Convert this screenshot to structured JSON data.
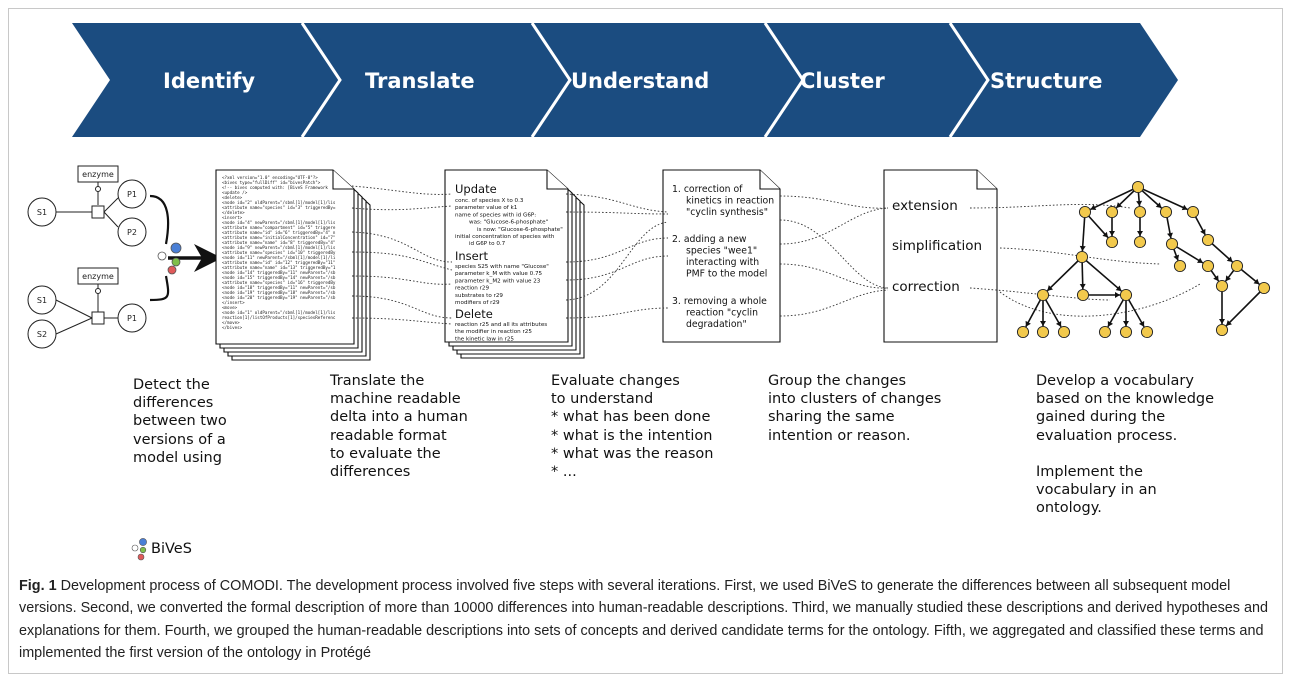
{
  "steps": [
    "Identify",
    "Translate",
    "Understand",
    "Cluster",
    "Structure"
  ],
  "colors": {
    "chevron": "#1b4c80",
    "node": "#f2c94c",
    "bives_blue": "#4a7fd6",
    "bives_green": "#7fbf4a",
    "bives_red": "#e05a5a"
  },
  "model1": {
    "enzyme": "enzyme",
    "s1": "S1",
    "p1": "P1",
    "p2": "P2"
  },
  "model2": {
    "enzyme": "enzyme",
    "s1": "S1",
    "s2": "S2",
    "p1": "P1"
  },
  "xml_lines": [
    "<?xml version=\"1.0\" encoding=\"UTF-8\"?>",
    "<bives type=\"fullDiff\" id=\"bivesPatch\">",
    "  <!-- bives computed with: [BiveS Framework",
    "  <update />",
    "  <delete>",
    "    <node id=\"2\" oldParent=\"/sbml[1]/model[1]/lis",
    "    <attribute name=\"species\" id=\"3\" triggeredBy=",
    "  </delete>",
    "  <insert>",
    "    <node id=\"4\" newParent=\"/sbml[1]/model[1]/lis",
    "    <attribute name=\"compartment\" id=\"5\" triggere",
    "    <attribute name=\"id\" id=\"6\" triggeredBy=\"4\" n",
    "    <attribute name=\"initialConcentration\" id=\"7\"",
    "    <attribute name=\"name\" id=\"8\" triggeredBy=\"4\"",
    "    <node id=\"9\" newParent=\"/sbml[1]/model[1]/lis",
    "    <attribute name=\"species\" id=\"10\" triggeredBy",
    "    <node id=\"11\" newParent=\"/sbml[1]/model[1]/li",
    "    <attribute name=\"id\" id=\"12\" triggeredBy=\"11\"",
    "    <attribute name=\"name\" id=\"13\" triggeredBy=\"1",
    "    <node id=\"14\" triggeredBy=\"11\" newParent=\"/sb",
    "    <node id=\"15\" triggeredBy=\"14\" newParent=\"/sb",
    "    <attribute name=\"species\" id=\"16\" triggeredBy",
    "    <node id=\"18\" triggeredBy=\"11\" newParent=\"/sb",
    "    <node id=\"19\" triggeredBy=\"18\" newParent=\"/sb",
    "    <node id=\"20\" triggeredBy=\"19\" newParent=\"/sb",
    "  </insert>",
    "  <move>",
    "    <node id=\"1\" oldParent=\"/sbml[1]/model[1]/lis",
    "    reaction[1]/listOfProducts[1]/speciesReferenc",
    "  </move>",
    "</bives>"
  ],
  "human": {
    "update_title": "Update",
    "update_lines": [
      "conc. of species X to 0.3",
      "parameter value of k1",
      "name of species with id G6P:",
      "was: \"Glucose-6-phosphate\"",
      "is now: \"Glucose-6-phosphate\"",
      "initial concentration of species with",
      "id G6P to 0.7"
    ],
    "insert_title": "Insert",
    "insert_lines": [
      "species S25 with name \"Glucose\"",
      "parameter k_M with value 0.75",
      "parameter k_M2 with value 23",
      "reaction r29",
      "substrates to r29",
      "modifiers of r29"
    ],
    "delete_title": "Delete",
    "delete_lines": [
      "reaction r25 and all its attributes",
      "the modifier in reaction r25",
      "the kinetic law in r25"
    ]
  },
  "numbered": [
    [
      "1. correction of",
      "kinetics in reaction",
      "\"cyclin synthesis\""
    ],
    [
      "2. adding a new",
      "species \"wee1\"",
      "interacting with",
      "PMF to the model"
    ],
    [
      "3. removing a whole",
      "reaction \"cyclin",
      "degradation\""
    ]
  ],
  "clusters": [
    "extension",
    "simplification",
    "correction"
  ],
  "descriptions": {
    "identify": "Detect the\ndifferences\nbetween two\nversions of a\nmodel using",
    "identify_tool": "BiVeS",
    "translate": "Translate the\nmachine readable\ndelta into a human\nreadable format\nto evaluate the\ndifferences",
    "understand": "Evaluate changes\nto understand\n* what has been done\n* what is the intention\n* what was the reason\n* ...",
    "cluster": "Group the changes\ninto clusters of changes\nsharing the same\nintention or reason.",
    "structure": "Develop a vocabulary\nbased on the knowledge\ngained during the\nevaluation process.\n\nImplement the\nvocabulary in an\nontology."
  },
  "caption": {
    "label": "Fig. 1",
    "text": " Development process of COMODI. The development process involved five steps with several iterations. First, we used BiVeS to generate the differences between all subsequent model versions. Second, we converted the formal description of more than 10000 differences into human-readable descriptions. Third, we manually studied these descriptions and derived hypotheses and explanations for them. Fourth, we grouped the human-readable descriptions into sets of concepts and derived candidate terms for the ontology. Fifth, we aggregated and classified these terms and implemented the first version of the ontology in Protégé"
  }
}
